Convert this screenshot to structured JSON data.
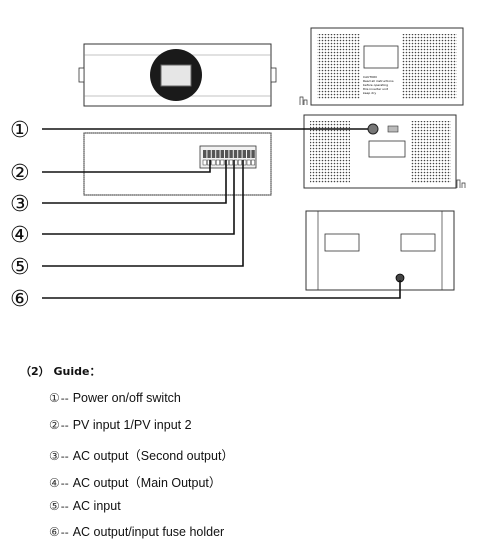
{
  "callouts": [
    "①",
    "②",
    "③",
    "④",
    "⑤",
    "⑥"
  ],
  "unit_text": {
    "side_label_lines": [
      "CAUTION",
      "Read all instructions",
      "before operating",
      "this inverter unit",
      "keep dry"
    ]
  },
  "guide": {
    "title": "（2） Guide：",
    "dash": "--",
    "items": [
      {
        "num": "①",
        "text": "Power on/off switch"
      },
      {
        "num": "②",
        "text": "PV input 1/PV input 2"
      },
      {
        "num": "③",
        "text": "AC output（Second output）"
      },
      {
        "num": "④",
        "text": "AC output（Main Output）"
      },
      {
        "num": "⑤",
        "text": "AC input"
      },
      {
        "num": "⑥",
        "text": "AC output/input fuse holder"
      }
    ]
  }
}
